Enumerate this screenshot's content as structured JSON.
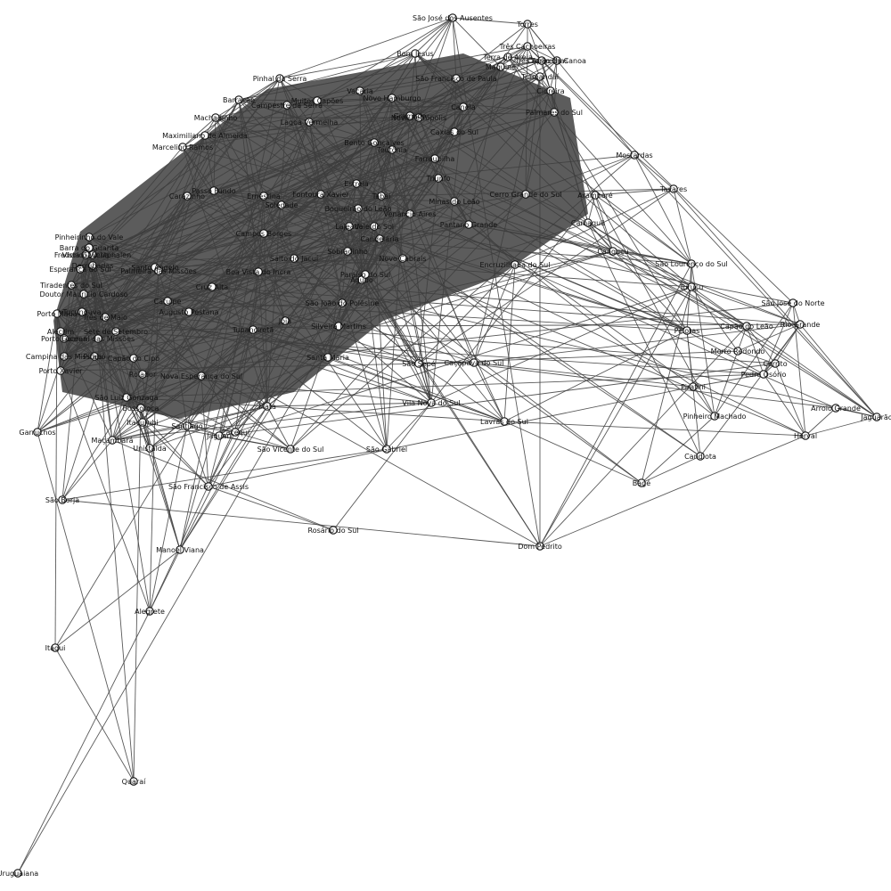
{
  "diagram": {
    "type": "network-graph",
    "node_style": "white circle, black outline",
    "edge_color": "#3d3d3d",
    "node_fill": "#ffffff",
    "labels": [
      "São José dos Ausentes",
      "Torres",
      "Três Cachoeiras",
      "Três Forquilhas",
      "Terra de Areia",
      "Capão da Canoa",
      "Maquiné",
      "Tramandaí",
      "Cidreira",
      "Palmares do Sul",
      "Pinhal da Serra",
      "Bom Jesus",
      "Vacaria",
      "Muitos Capões",
      "Campestre da Serra",
      "Barracão",
      "Machadinho",
      "Maximiliano de Almeida",
      "Marcelino Ramos",
      "Lagoa Vermelha",
      "São Francisco de Paula",
      "Mostardas",
      "Tavares",
      "Arambaré",
      "Camaquã",
      "São Lourenço do Sul",
      "Turuçu",
      "Pelotas",
      "São José do Norte",
      "Rio Grande",
      "Capão do Leão",
      "Morro Redondo",
      "Cerrito",
      "Pedro Osório",
      "Arroio Grande",
      "Jaguarão",
      "Herval",
      "Candiota",
      "Pinheiro Machado",
      "Piratini",
      "Canguçu",
      "Bagé",
      "Dom Pedrito",
      "Lavras do Sul",
      "Caçapava do Sul",
      "Encruzilhada do Sul",
      "Cerro Grande do Sul",
      "São Sepé",
      "Vila Nova do Sul",
      "São Gabriel",
      "Rosário do Sul",
      "Santa Maria",
      "São Vicente do Sul",
      "Cacequi",
      "Jaguari",
      "São Francisco de Assis",
      "Manoel Viana",
      "Alegrete",
      "Quaraí",
      "Uruguaiana",
      "Itaqui",
      "São Borja",
      "Garruchos",
      "Maçambará",
      "Unistalda",
      "Itacurubi",
      "Santiago",
      "Nova Esperança do Sul",
      "Mata",
      "Tupanciretã",
      "Jóia",
      "Boa Vista do Incra",
      "Cruz Alta",
      "Augusto Pestana",
      "Catuípe",
      "Santo Ângelo",
      "Guarani das Missões",
      "São Luiz Gonzaga",
      "Rolador",
      "Bossoroca",
      "Capão do Cipó",
      "Pirapó",
      "Porto Xavier",
      "Porto Mauá",
      "Porto Lucena",
      "Alecrim",
      "Doutor Maurício Cardoso",
      "Tucunduva",
      "Três de Maio",
      "Sete de Setembro",
      "Campina das Missões",
      "Palmeira das Missões",
      "Frederico Westphalen",
      "Pinheirinho do Vale",
      "Barra do Guarita",
      "Vista Gaúcha",
      "Derrubadas",
      "Esperança do Sul",
      "Tiradentes do Sul",
      "Candelária",
      "Agudo",
      "Paraíso do Sul",
      "Silveira Martins",
      "São João do Polêsine",
      "Novo Cabrais",
      "Sobradinho",
      "Boqueirão do Leão",
      "Vale do Sol",
      "Venâncio Aires",
      "Pantano Grande",
      "Minas do Leão",
      "Triunfo",
      "Tabaí",
      "Fontoura Xavier",
      "Soledade",
      "Ernestina",
      "Passo Fundo",
      "Carazinho",
      "Campos Borges",
      "Salto do Jacuí",
      "Lajeado",
      "Estrela",
      "Teutônia",
      "Nova Petrópolis",
      "Caxias do Sul",
      "Farroupilha",
      "Bento Gonçalves",
      "Gramado",
      "Canela",
      "Novo Hamburgo"
    ]
  }
}
